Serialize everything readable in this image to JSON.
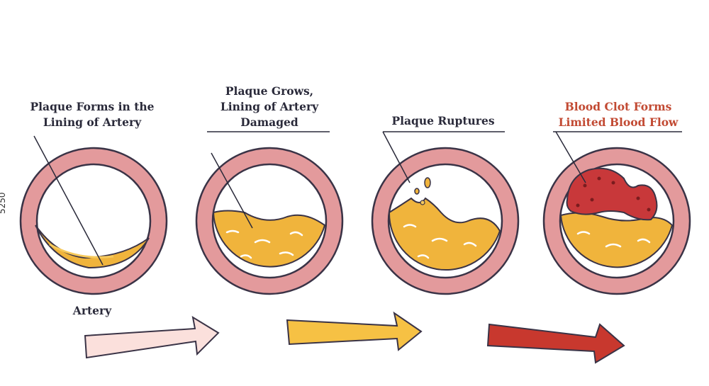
{
  "stages": [
    {
      "label_lines": [
        "Plaque Forms in the",
        "Lining of Artery"
      ]
    },
    {
      "label_lines": [
        "Plaque Grows,",
        "Lining of Artery",
        "Damaged"
      ]
    },
    {
      "label_lines": [
        "Plaque Ruptures"
      ]
    },
    {
      "label_lines": [
        "Blood Clot Forms",
        "Limited Blood Flow"
      ]
    }
  ],
  "artery_label": "Artery",
  "side_code": "5250",
  "colors": {
    "artery_wall": "#e39a9c",
    "wall_outline": "#3a3346",
    "plaque": "#f0b43c",
    "plaque_light": "#f7ca5c",
    "clot": "#c8383a",
    "arrow_1": "#fbe0dc",
    "arrow_2": "#f6c144",
    "arrow_3": "#c8382e",
    "clot_label": "#c24a33"
  }
}
